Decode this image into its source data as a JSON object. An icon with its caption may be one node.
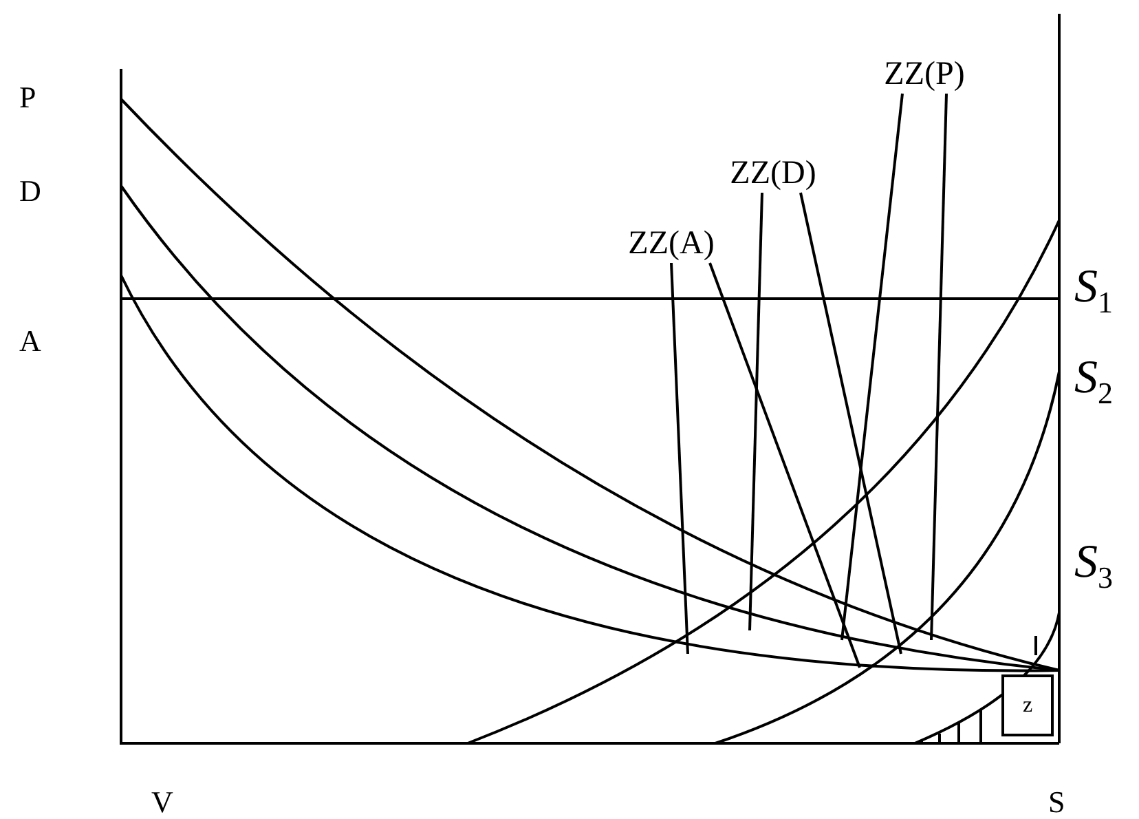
{
  "diagram": {
    "nodes": [
      {
        "text": [
          "ZZ(P)"
        ]
      },
      {
        "text": [
          "ZZ(D)"
        ]
      },
      {
        "text": [
          "ZZ(A)"
        ]
      },
      {
        "text": [
          "z"
        ]
      }
    ],
    "edges": [
      {
        "from": 0,
        "to": null,
        "arrow": "none"
      },
      {
        "from": 0,
        "to": null,
        "arrow": "none"
      },
      {
        "from": 1,
        "to": null,
        "arrow": "none"
      },
      {
        "from": 1,
        "to": null,
        "arrow": "none"
      },
      {
        "from": 2,
        "to": null,
        "arrow": "none"
      },
      {
        "from": 2,
        "to": null,
        "arrow": "none"
      }
    ],
    "labels": [
      "P",
      "D",
      "*S*$_{1}$",
      "A",
      "*S*$_{2}$",
      "*S*$_{3}$",
      "V",
      "S"
    ]
  }
}
